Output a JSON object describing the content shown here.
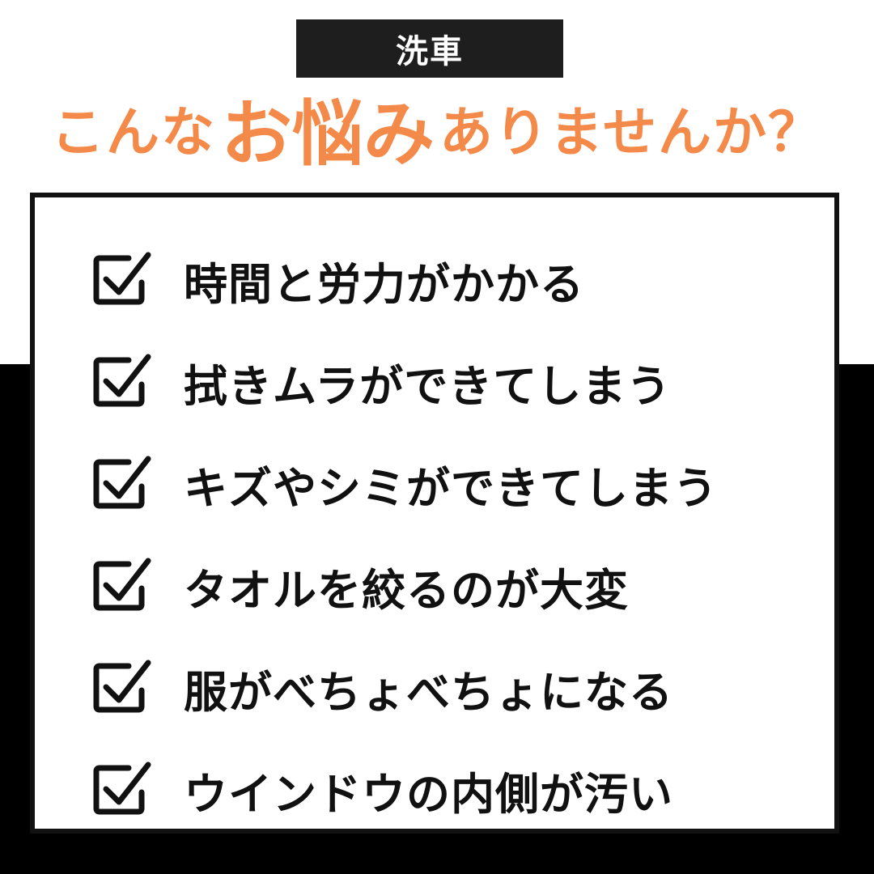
{
  "tag": "洗車",
  "headline": {
    "part1": "こんな",
    "part2": "お悩み",
    "part3": "ありませんか？"
  },
  "checklist": [
    {
      "icon": "checkbox-checked-icon",
      "label": "時間と労力がかかる"
    },
    {
      "icon": "checkbox-checked-icon",
      "label": "拭きムラができてしまう"
    },
    {
      "icon": "checkbox-checked-icon",
      "label": "キズやシミができてしまう"
    },
    {
      "icon": "checkbox-checked-icon",
      "label": "タオルを絞るのが大変"
    },
    {
      "icon": "checkbox-checked-icon",
      "label": "服がべちょべちょになる"
    },
    {
      "icon": "checkbox-checked-icon",
      "label": "ウインドウの内側が汚い"
    }
  ],
  "colors": {
    "accent": "#f48a4a",
    "tag_background": "#1e1e1e",
    "band": "#000000",
    "text": "#111111"
  }
}
